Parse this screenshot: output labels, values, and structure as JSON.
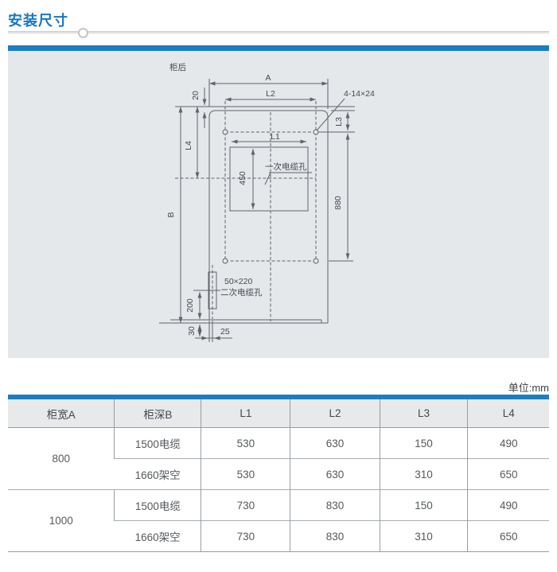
{
  "page": {
    "title": "安装尺寸",
    "unit_label": "单位:mm"
  },
  "colors": {
    "accent_blue": "#1b7ec1",
    "panel_bg": "#e4e8eb",
    "line": "#5f6468",
    "title_blue": "#1878c0"
  },
  "drawing": {
    "view_label": "柜后",
    "labels": {
      "a": "A",
      "l2": "L2",
      "top_gap": "20",
      "holes": "4-14×24",
      "l3": "L3",
      "l4": "L4",
      "l1": "L1",
      "inner_height": "450",
      "primary_hole": "一次电缆孔",
      "b": "B",
      "hole_span": "880",
      "slot_size": "50×220",
      "secondary_hole": "二次电缆孔",
      "slot_offset": "200",
      "bottom_gap": "30",
      "slot_inset": "25"
    }
  },
  "table": {
    "headers": [
      "柜宽A",
      "柜深B",
      "L1",
      "L2",
      "L3",
      "L4"
    ],
    "groups": [
      {
        "width": "800",
        "rows": [
          {
            "depth": "1500电缆",
            "values": [
              "530",
              "630",
              "150",
              "490"
            ]
          },
          {
            "depth": "1660架空",
            "values": [
              "530",
              "630",
              "310",
              "650"
            ]
          }
        ]
      },
      {
        "width": "1000",
        "rows": [
          {
            "depth": "1500电缆",
            "values": [
              "730",
              "830",
              "150",
              "490"
            ]
          },
          {
            "depth": "1660架空",
            "values": [
              "730",
              "830",
              "310",
              "650"
            ]
          }
        ]
      }
    ]
  }
}
